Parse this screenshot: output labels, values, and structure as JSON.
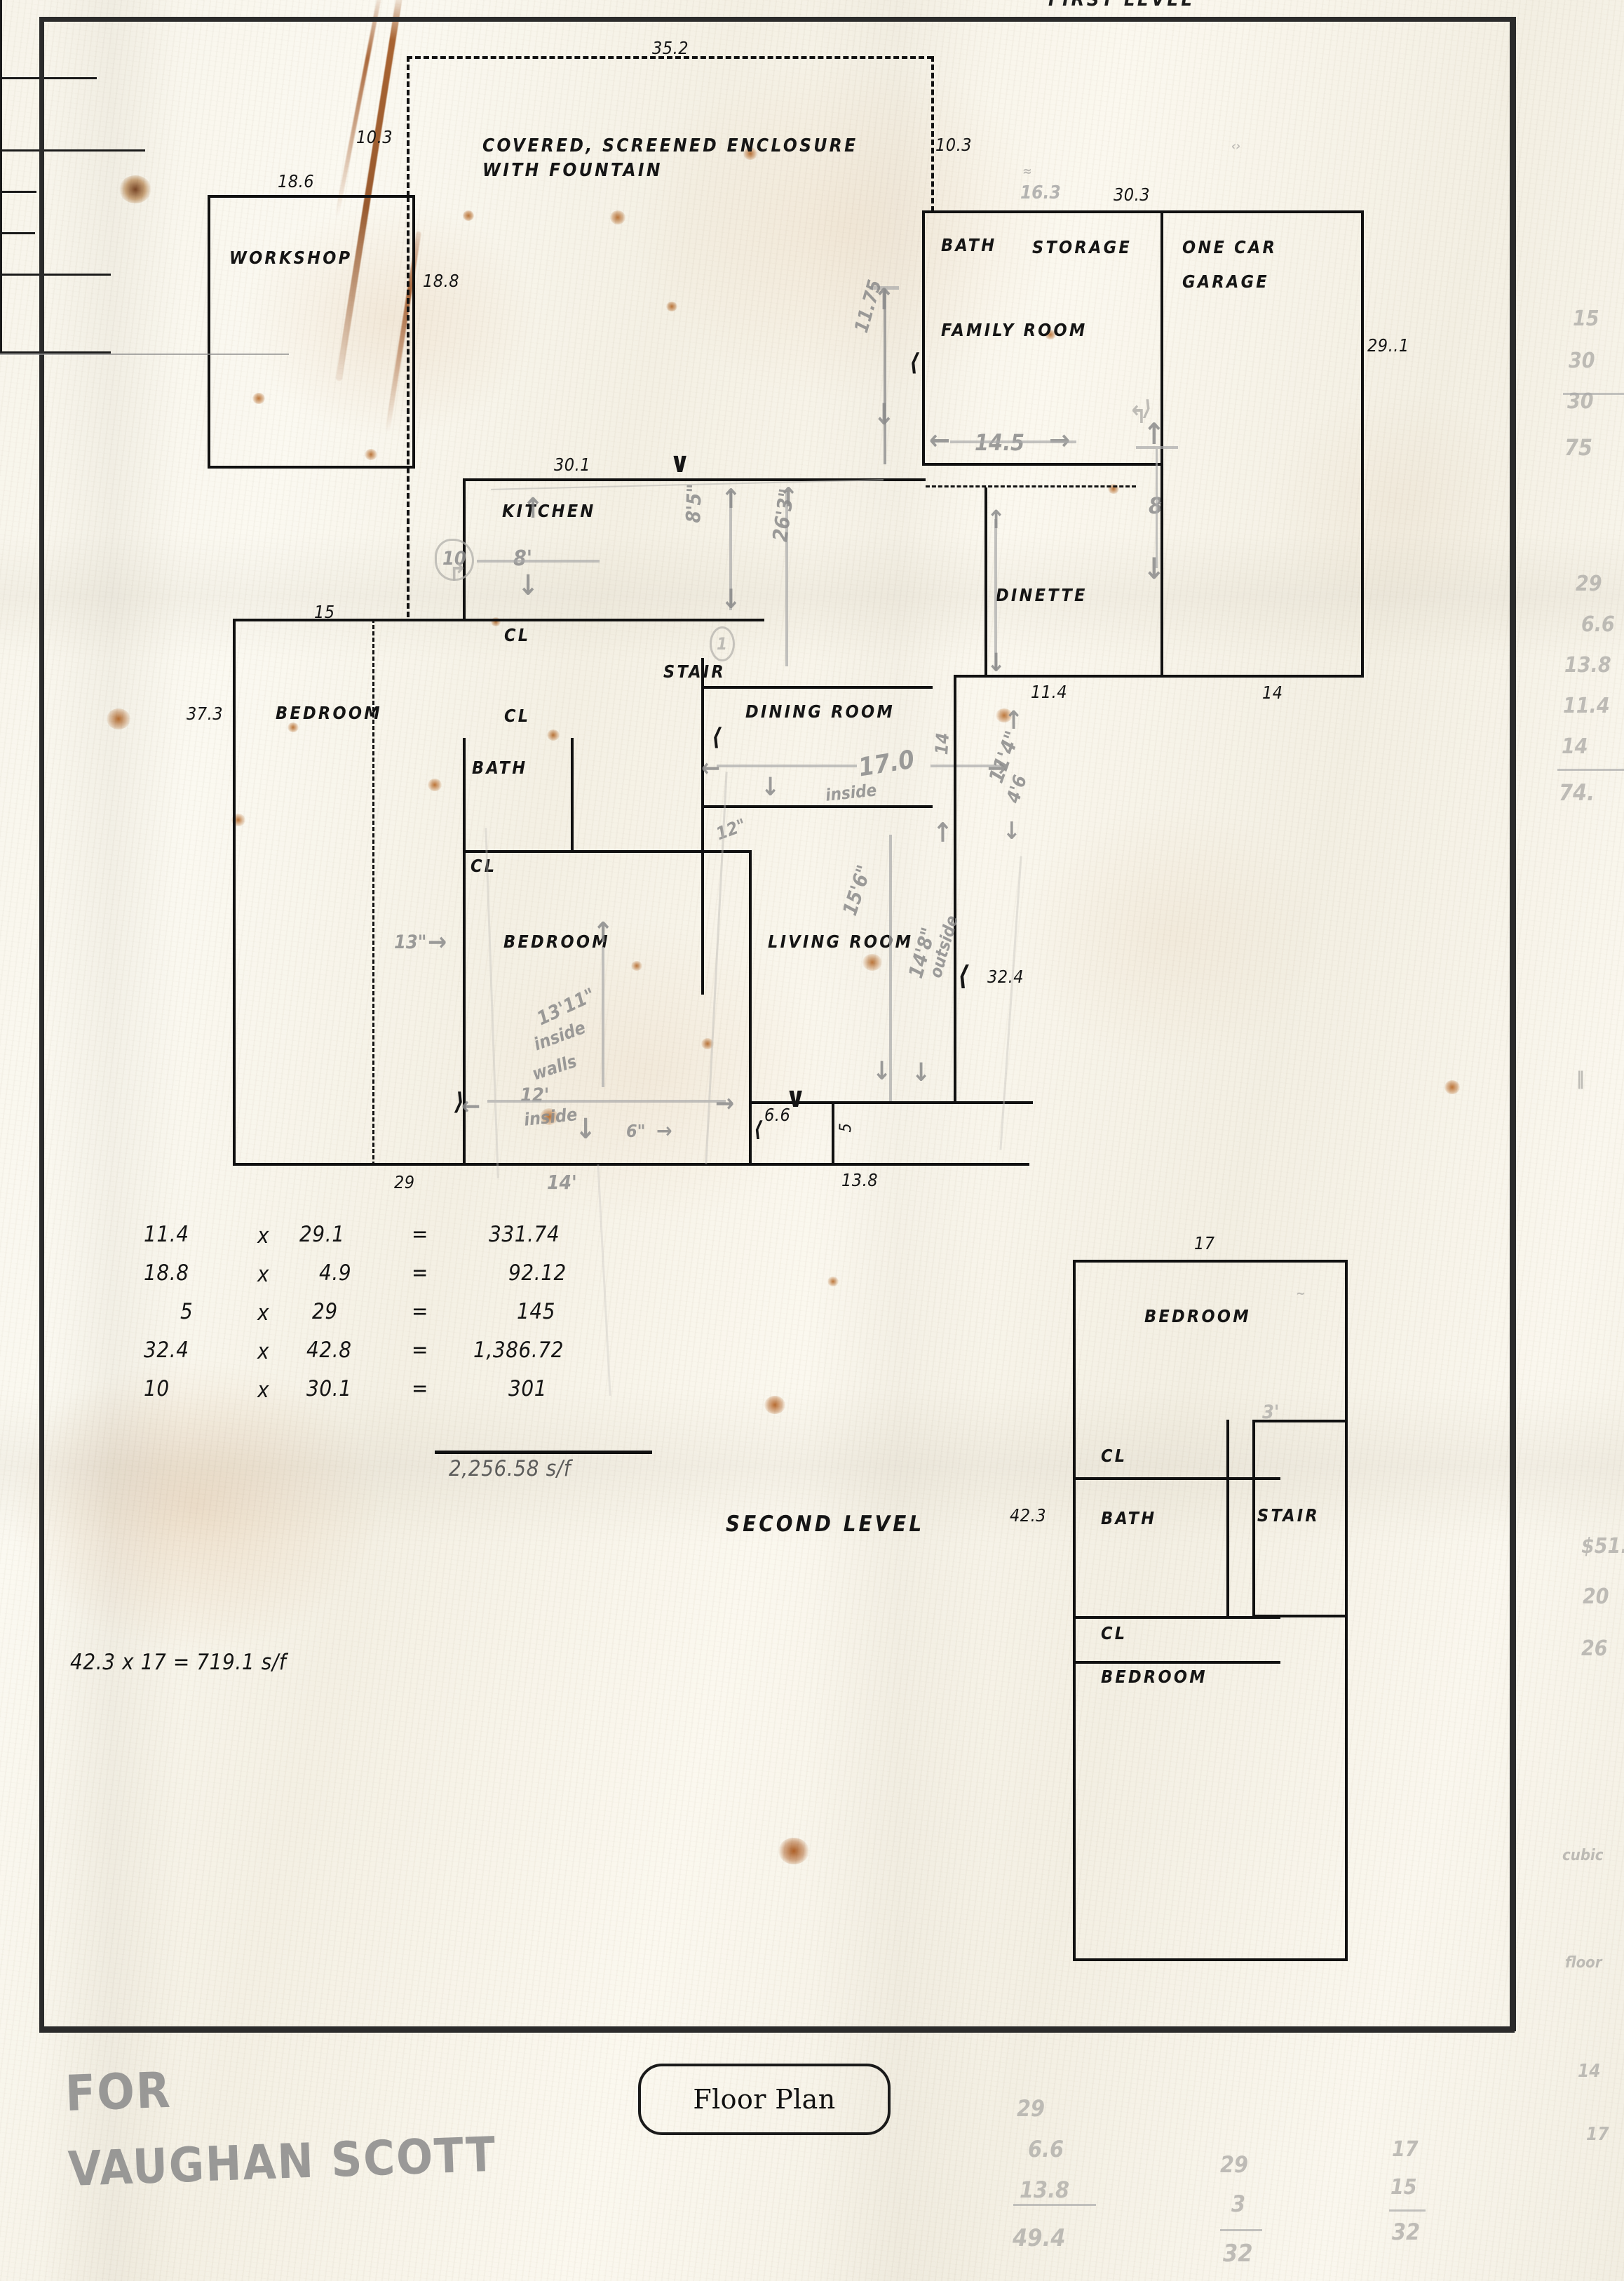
{
  "document": {
    "title_block": "Floor Plan",
    "top_label": "FIRST LEVEL",
    "second_level_label": "SECOND LEVEL",
    "client_line1": "FOR",
    "client_line2": "VAUGHAN SCOTT"
  },
  "first_level": {
    "rooms": [
      {
        "name": "WORKSHOP"
      },
      {
        "name": "BATH"
      },
      {
        "name": "STORAGE"
      },
      {
        "name": "ONE CAR"
      },
      {
        "name": "GARAGE"
      },
      {
        "name": "FAMILY ROOM"
      },
      {
        "name": "KITCHEN"
      },
      {
        "name": "CL"
      },
      {
        "name": "STAIR"
      },
      {
        "name": "DINETTE"
      },
      {
        "name": "DINING ROOM"
      },
      {
        "name": "BEDROOM"
      },
      {
        "name": "CL"
      },
      {
        "name": "BATH"
      },
      {
        "name": "CL"
      },
      {
        "name": "BEDROOM"
      },
      {
        "name": "LIVING ROOM"
      }
    ],
    "enclosure_note_line1": "COVERED, SCREENED ENCLOSURE",
    "enclosure_note_line2": "WITH FOUNTAIN",
    "ink_dimensions": [
      {
        "value": "35.2"
      },
      {
        "value": "10.3"
      },
      {
        "value": "18.6"
      },
      {
        "value": "18.8"
      },
      {
        "value": "10.3"
      },
      {
        "value": "30.3"
      },
      {
        "value": "29..1"
      },
      {
        "value": "30.1"
      },
      {
        "value": "15"
      },
      {
        "value": "37.3"
      },
      {
        "value": "11.4"
      },
      {
        "value": "14"
      },
      {
        "value": "32.4"
      },
      {
        "value": "13.8"
      },
      {
        "value": "29"
      },
      {
        "value": "6.6"
      },
      {
        "value": "5"
      }
    ],
    "pencil_dimensions": [
      {
        "value": "16.3"
      },
      {
        "value": "11.75"
      },
      {
        "value": "14.5"
      },
      {
        "value": "8"
      },
      {
        "value": "10"
      },
      {
        "value": "8'"
      },
      {
        "value": "8'5\""
      },
      {
        "value": "26'3\""
      },
      {
        "value": "17.0"
      },
      {
        "value": "inside"
      },
      {
        "value": "11'4\""
      },
      {
        "value": "12\""
      },
      {
        "value": "13\""
      },
      {
        "value": "13'11\""
      },
      {
        "value": "inside"
      },
      {
        "value": "walls"
      },
      {
        "value": "12'"
      },
      {
        "value": "inside"
      },
      {
        "value": "6\""
      },
      {
        "value": "14'"
      },
      {
        "value": "15'6\""
      },
      {
        "value": "14'8\""
      },
      {
        "value": "outside"
      },
      {
        "value": "4'6"
      },
      {
        "value": "14"
      },
      {
        "value": "1"
      }
    ]
  },
  "second_level": {
    "rooms": [
      {
        "name": "BEDROOM"
      },
      {
        "name": "CL"
      },
      {
        "name": "BATH"
      },
      {
        "name": "STAIR"
      },
      {
        "name": "CL"
      },
      {
        "name": "BEDROOM"
      }
    ],
    "ink_dimensions": [
      {
        "value": "17"
      },
      {
        "value": "42.3"
      }
    ],
    "pencil_dimensions": [
      {
        "value": "3'"
      }
    ]
  },
  "area_calculations": {
    "rows": [
      {
        "a": "11.4",
        "op": "x",
        "b": "29.1",
        "eq": "=",
        "result": "331.74"
      },
      {
        "a": "18.8",
        "op": "x",
        "b": "4.9",
        "eq": "=",
        "result": "92.12"
      },
      {
        "a": "5",
        "op": "x",
        "b": "29",
        "eq": "=",
        "result": "145"
      },
      {
        "a": "32.4",
        "op": "x",
        "b": "42.8",
        "eq": "=",
        "result": "1,386.72"
      },
      {
        "a": "10",
        "op": "x",
        "b": "30.1",
        "eq": "=",
        "result": "301"
      }
    ],
    "total": "2,256.58 s/f",
    "second_level_calc": "42.3  x  17 =  719.1 s/f"
  },
  "margin_notes": {
    "right_upper": [
      "15",
      "30",
      "30",
      "75"
    ],
    "right_mid": [
      "29",
      "6.6",
      "13.8",
      "11.4",
      "14",
      "74."
    ],
    "right_lower": [
      "$51.",
      "20",
      "26"
    ],
    "bottom_col1": [
      "29",
      "6.6",
      "13.8",
      "49.4"
    ],
    "bottom_col2": [
      "29",
      "3",
      "32"
    ],
    "bottom_col3": [
      "17",
      "15",
      "32"
    ]
  },
  "colors": {
    "ink": "#151515",
    "pencil": "#8b8b8b",
    "paper": "#f7f4ea",
    "rust": "#a8651f"
  }
}
